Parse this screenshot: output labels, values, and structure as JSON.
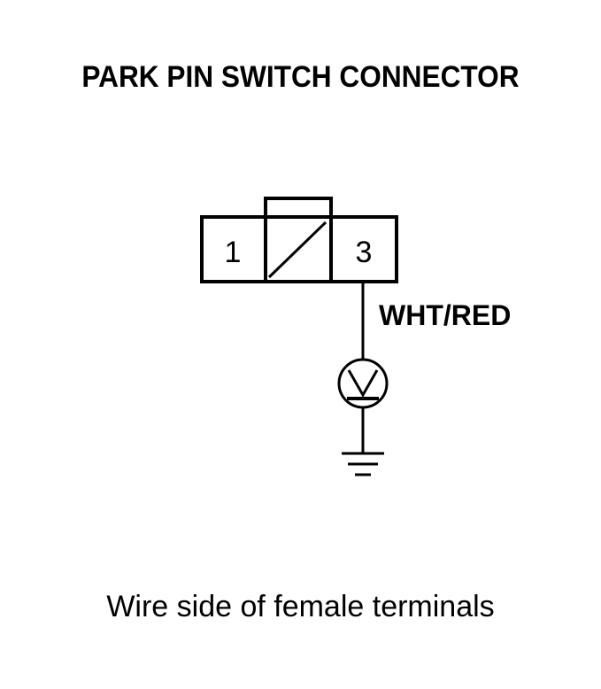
{
  "title": "PARK PIN SWITCH CONNECTOR",
  "connector": {
    "pin_left": "1",
    "pin_right": "3"
  },
  "wire": {
    "color_label": "WHT/RED"
  },
  "caption": "Wire side of female terminals"
}
